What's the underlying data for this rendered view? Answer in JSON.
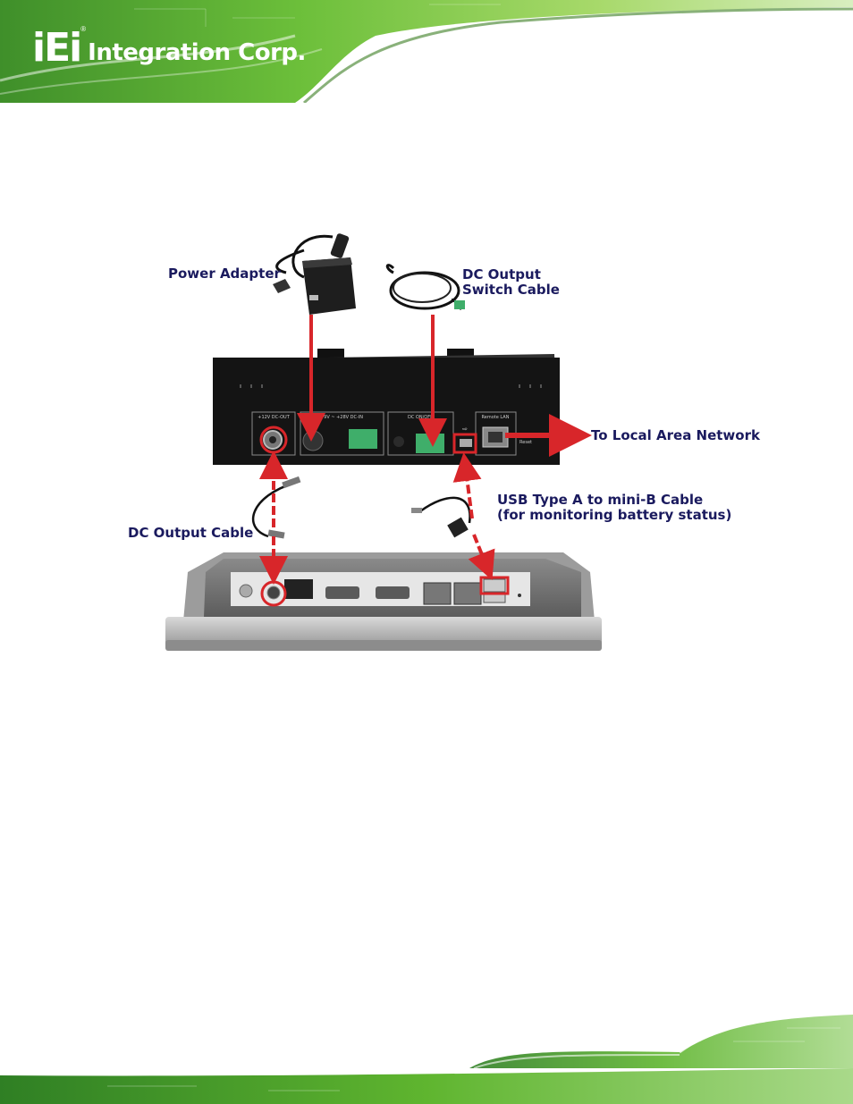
{
  "header": {
    "logo_mark": "iEi",
    "logo_text": "Integration Corp."
  },
  "labels": {
    "power_adapter": "Power Adapter",
    "dc_output_switch_cable_line1": "DC Output",
    "dc_output_switch_cable_line2": "Switch Cable",
    "to_local_area_network": "To Local Area Network",
    "usb_cable_line1": "USB Type A to mini-B Cable",
    "usb_cable_line2": "(for monitoring battery status)",
    "dc_output_cable": "DC Output Cable"
  },
  "ups_panel": {
    "port_12v_dc_out": "+12V DC-OUT",
    "port_dc_in": "+9V ~ +28V DC-IN",
    "port_dc_onoff": "DC ON/OFF",
    "port_remote_lan": "Remote LAN",
    "reset": "Reset"
  },
  "colors": {
    "arrow_red": "#d8262a",
    "label_navy": "#1a1a5e",
    "banner_green": "#5fb52f",
    "terminal_green": "#3fae6a"
  }
}
